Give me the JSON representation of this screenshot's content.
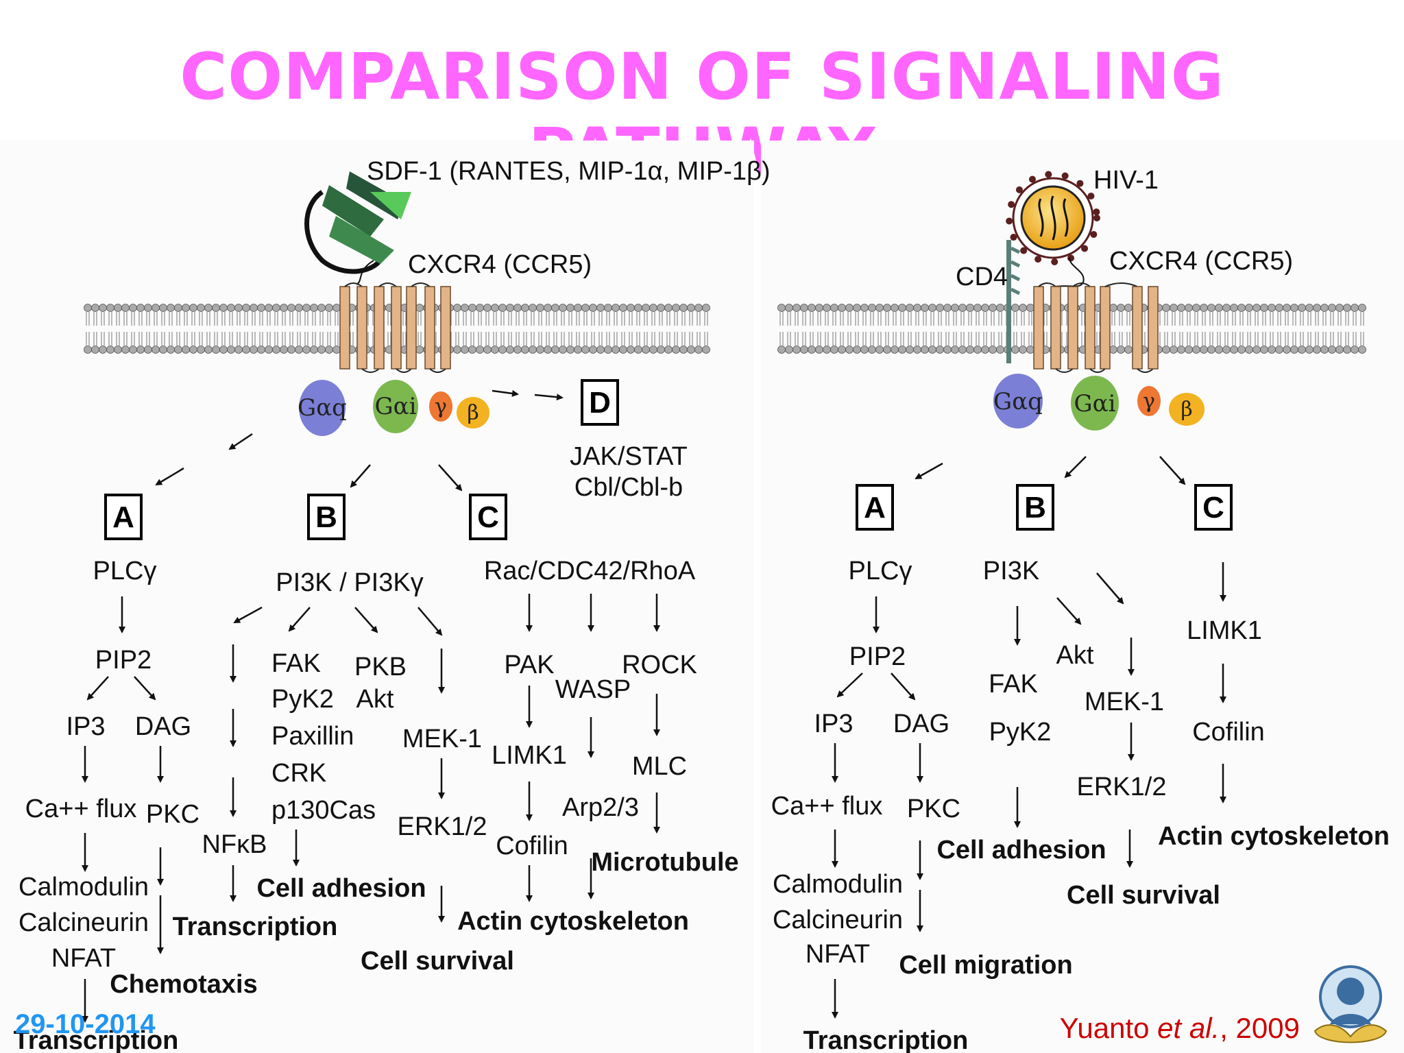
{
  "title": "COMPARISON OF SIGNALING PATHWAY",
  "date": "29-10-2014",
  "citation": {
    "author": "Yuanto",
    "etal": "et al.",
    "year": ", 2009"
  },
  "left_panel": {
    "ligand": "SDF-1 (RANTES, MIP-1α, MIP-1β)",
    "receptor": "CXCR4 (CCR5)",
    "g_proteins": {
      "gaq": "Gαq",
      "gai": "Gαi",
      "gamma": "γ",
      "beta": "β"
    },
    "box_a": "A",
    "box_b": "B",
    "box_c": "C",
    "box_d": "D",
    "d_targets": [
      "JAK/STAT",
      "Cbl/Cbl-b"
    ],
    "path_a": {
      "plc": "PLCγ",
      "pip2": "PIP2",
      "ip3": "IP3",
      "dag": "DAG",
      "ca": "Ca++ flux",
      "pkc": "PKC",
      "calm": [
        "Calmodulin",
        "Calcineurin",
        "NFAT"
      ],
      "transcription": "Transcription",
      "chemotaxis": "Chemotaxis"
    },
    "path_b": {
      "pi3k": "PI3K / PI3Kγ",
      "nfkb": "NFκB",
      "transcription": "Transcription",
      "fak_list": [
        "FAK",
        "PyK2",
        "Paxillin",
        "CRK",
        "p130Cas"
      ],
      "cell_adhesion": "Cell adhesion",
      "pkb": [
        "PKB",
        "Akt"
      ],
      "mek": "MEK-1",
      "erk": "ERK1/2",
      "cell_survival": "Cell survival"
    },
    "path_c": {
      "rac": "Rac/CDC42/RhoA",
      "pak": "PAK",
      "limk": "LIMK1",
      "cofilin": "Cofilin",
      "wasp": "WASP",
      "arp": "Arp2/3",
      "rock": "ROCK",
      "mlc": "MLC",
      "actin": "Actin cytoskeleton",
      "microtubule": "Microtubule"
    }
  },
  "right_panel": {
    "virus": "HIV-1",
    "cd4": "CD4",
    "receptor": "CXCR4 (CCR5)",
    "g_proteins": {
      "gaq": "Gαq",
      "gai": "Gαi",
      "gamma": "γ",
      "beta": "β"
    },
    "box_a": "A",
    "box_b": "B",
    "box_c": "C",
    "path_a": {
      "plc": "PLCγ",
      "pip2": "PIP2",
      "ip3": "IP3",
      "dag": "DAG",
      "ca": "Ca++ flux",
      "pkc": "PKC",
      "calm": [
        "Calmodulin",
        "Calcineurin",
        "NFAT"
      ],
      "transcription": "Transcription",
      "migration": "Cell migration"
    },
    "path_b": {
      "pi3k": "PI3K",
      "fak": "FAK",
      "pyk2": "PyK2",
      "akt": "Akt",
      "mek": "MEK-1",
      "erk": "ERK1/2",
      "cell_adhesion": "Cell adhesion",
      "cell_survival": "Cell survival"
    },
    "path_c": {
      "limk": "LIMK1",
      "cofilin": "Cofilin",
      "actin": "Actin cytoskeleton"
    }
  },
  "colors": {
    "title": "#ff66ff",
    "date": "#2196f3",
    "citation": "#cc0000",
    "gaq": "#7b7fd6",
    "gai": "#7db84f",
    "gamma": "#ee7733",
    "beta": "#f3b221",
    "receptor": "#e2b488",
    "cd4": "#5a7f78",
    "lipid": "#aaaaaa",
    "virus": "#f3b221"
  }
}
